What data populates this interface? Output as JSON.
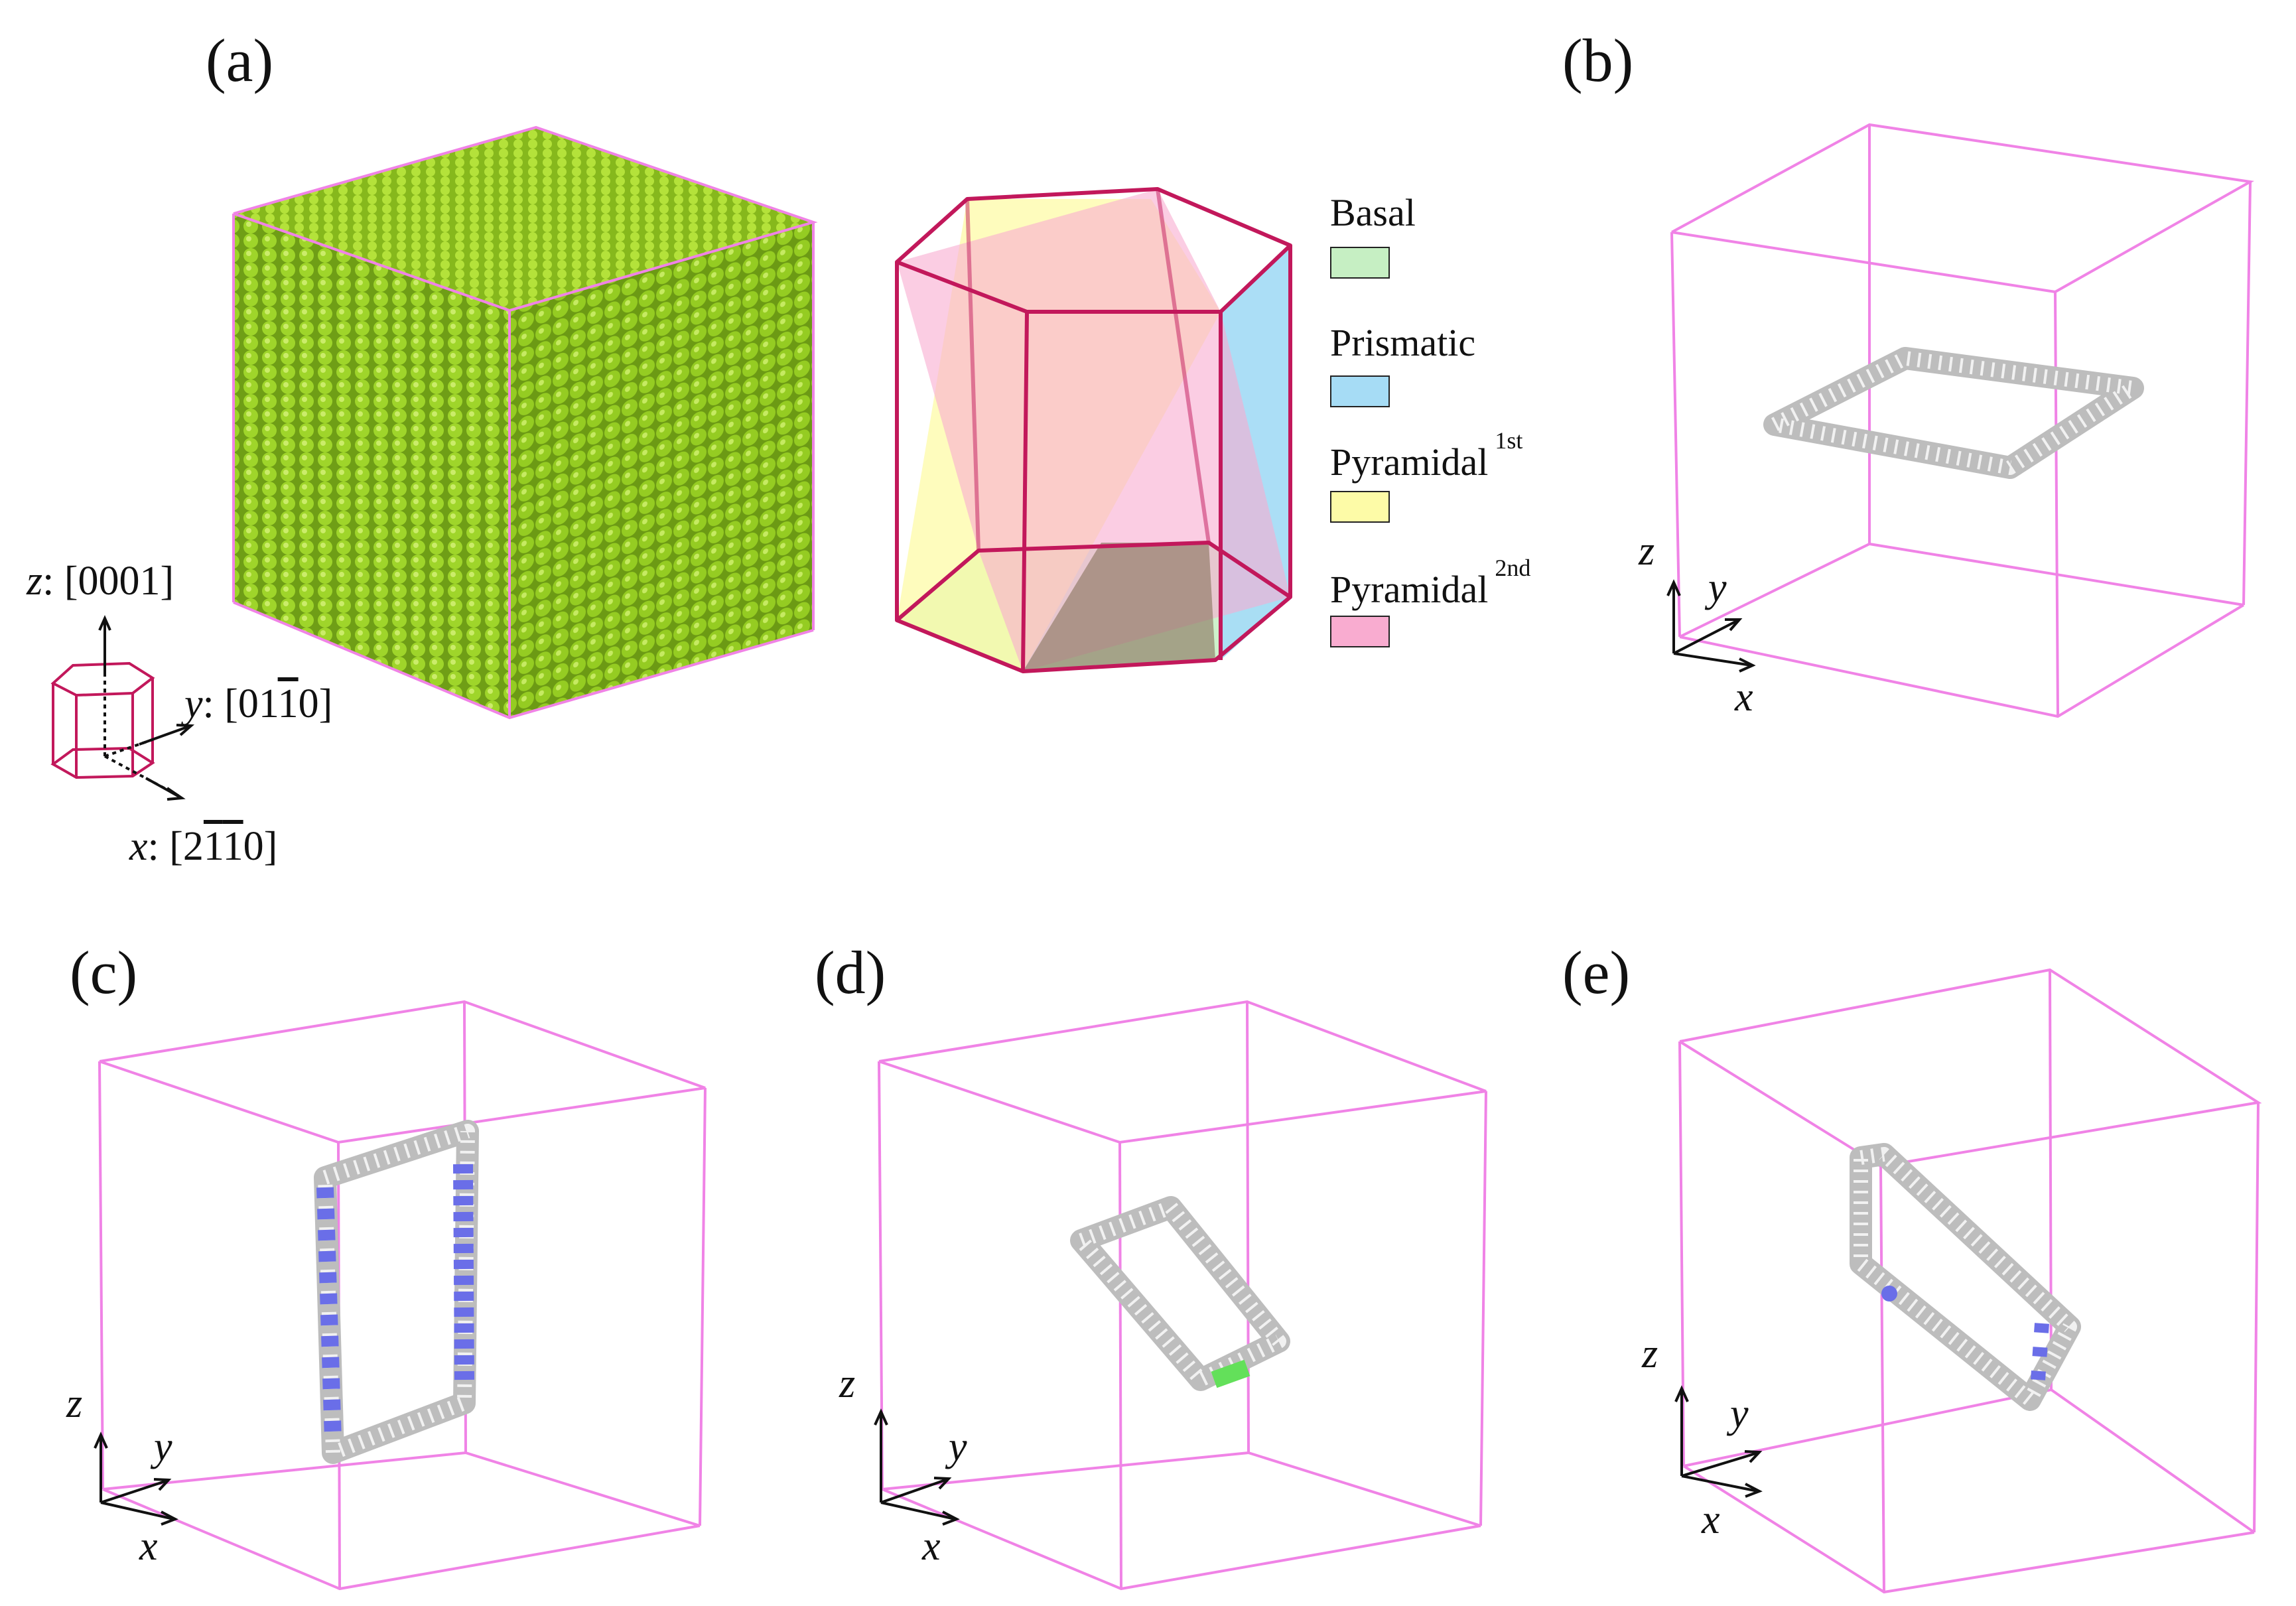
{
  "panels": {
    "a": "(a)",
    "b": "(b)",
    "c": "(c)",
    "d": "(d)",
    "e": "(e)"
  },
  "legend": [
    {
      "name": "Basal",
      "sup": "",
      "color": "#c6efc3"
    },
    {
      "name": "Prismatic",
      "sup": "",
      "color": "#a6dcf5"
    },
    {
      "name": "Pyramidal",
      "sup": "1st",
      "color": "#fdfba7"
    },
    {
      "name": "Pyramidal",
      "sup": "2nd",
      "color": "#f9acd0"
    }
  ],
  "axes_a": {
    "z_var": "z",
    "z_idx": "[0001]",
    "y_var": "y",
    "y_pre": "[01",
    "y_bar": "1",
    "y_post": "0]",
    "x_var": "x",
    "x_pre": "[2",
    "x_bar1": "1",
    "x_bar2": "1",
    "x_post": "0]"
  },
  "triad": {
    "x": "x",
    "y": "y",
    "z": "z"
  },
  "colors": {
    "box": "#f083e6",
    "crystal": "#9acd32",
    "loop": "#e6e6e6",
    "screw": "#6a6ee8",
    "edge": "#63e05a",
    "hcp": "#c2185b"
  }
}
